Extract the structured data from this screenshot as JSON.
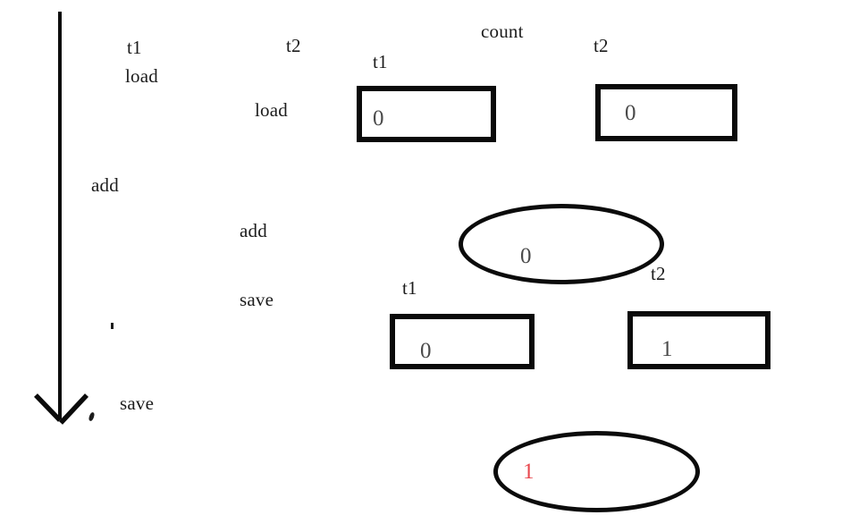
{
  "colors": {
    "background": "#ffffff",
    "ink": "#0b0b0b",
    "text": "#1c1c1c",
    "number_gray": "#4a4a4a",
    "final_value_red": "#e8474d"
  },
  "icons": {
    "timeline_arrow": "arrow-down"
  },
  "thread1": {
    "name": "t1",
    "op_load": "load",
    "op_add": "add",
    "op_save": "save"
  },
  "thread2": {
    "name": "t2",
    "op_load": "load",
    "op_add": "add",
    "op_save": "save"
  },
  "count": {
    "title": "count",
    "row1": {
      "t1_label": "t1",
      "t1_value": "0",
      "t2_label": "t2",
      "t2_value": "0"
    },
    "shared_mid": {
      "value": "0"
    },
    "row2": {
      "t1_label": "t1",
      "t1_value": "0",
      "t2_label": "t2",
      "t2_value": "1"
    },
    "shared_final": {
      "value": "1"
    }
  }
}
